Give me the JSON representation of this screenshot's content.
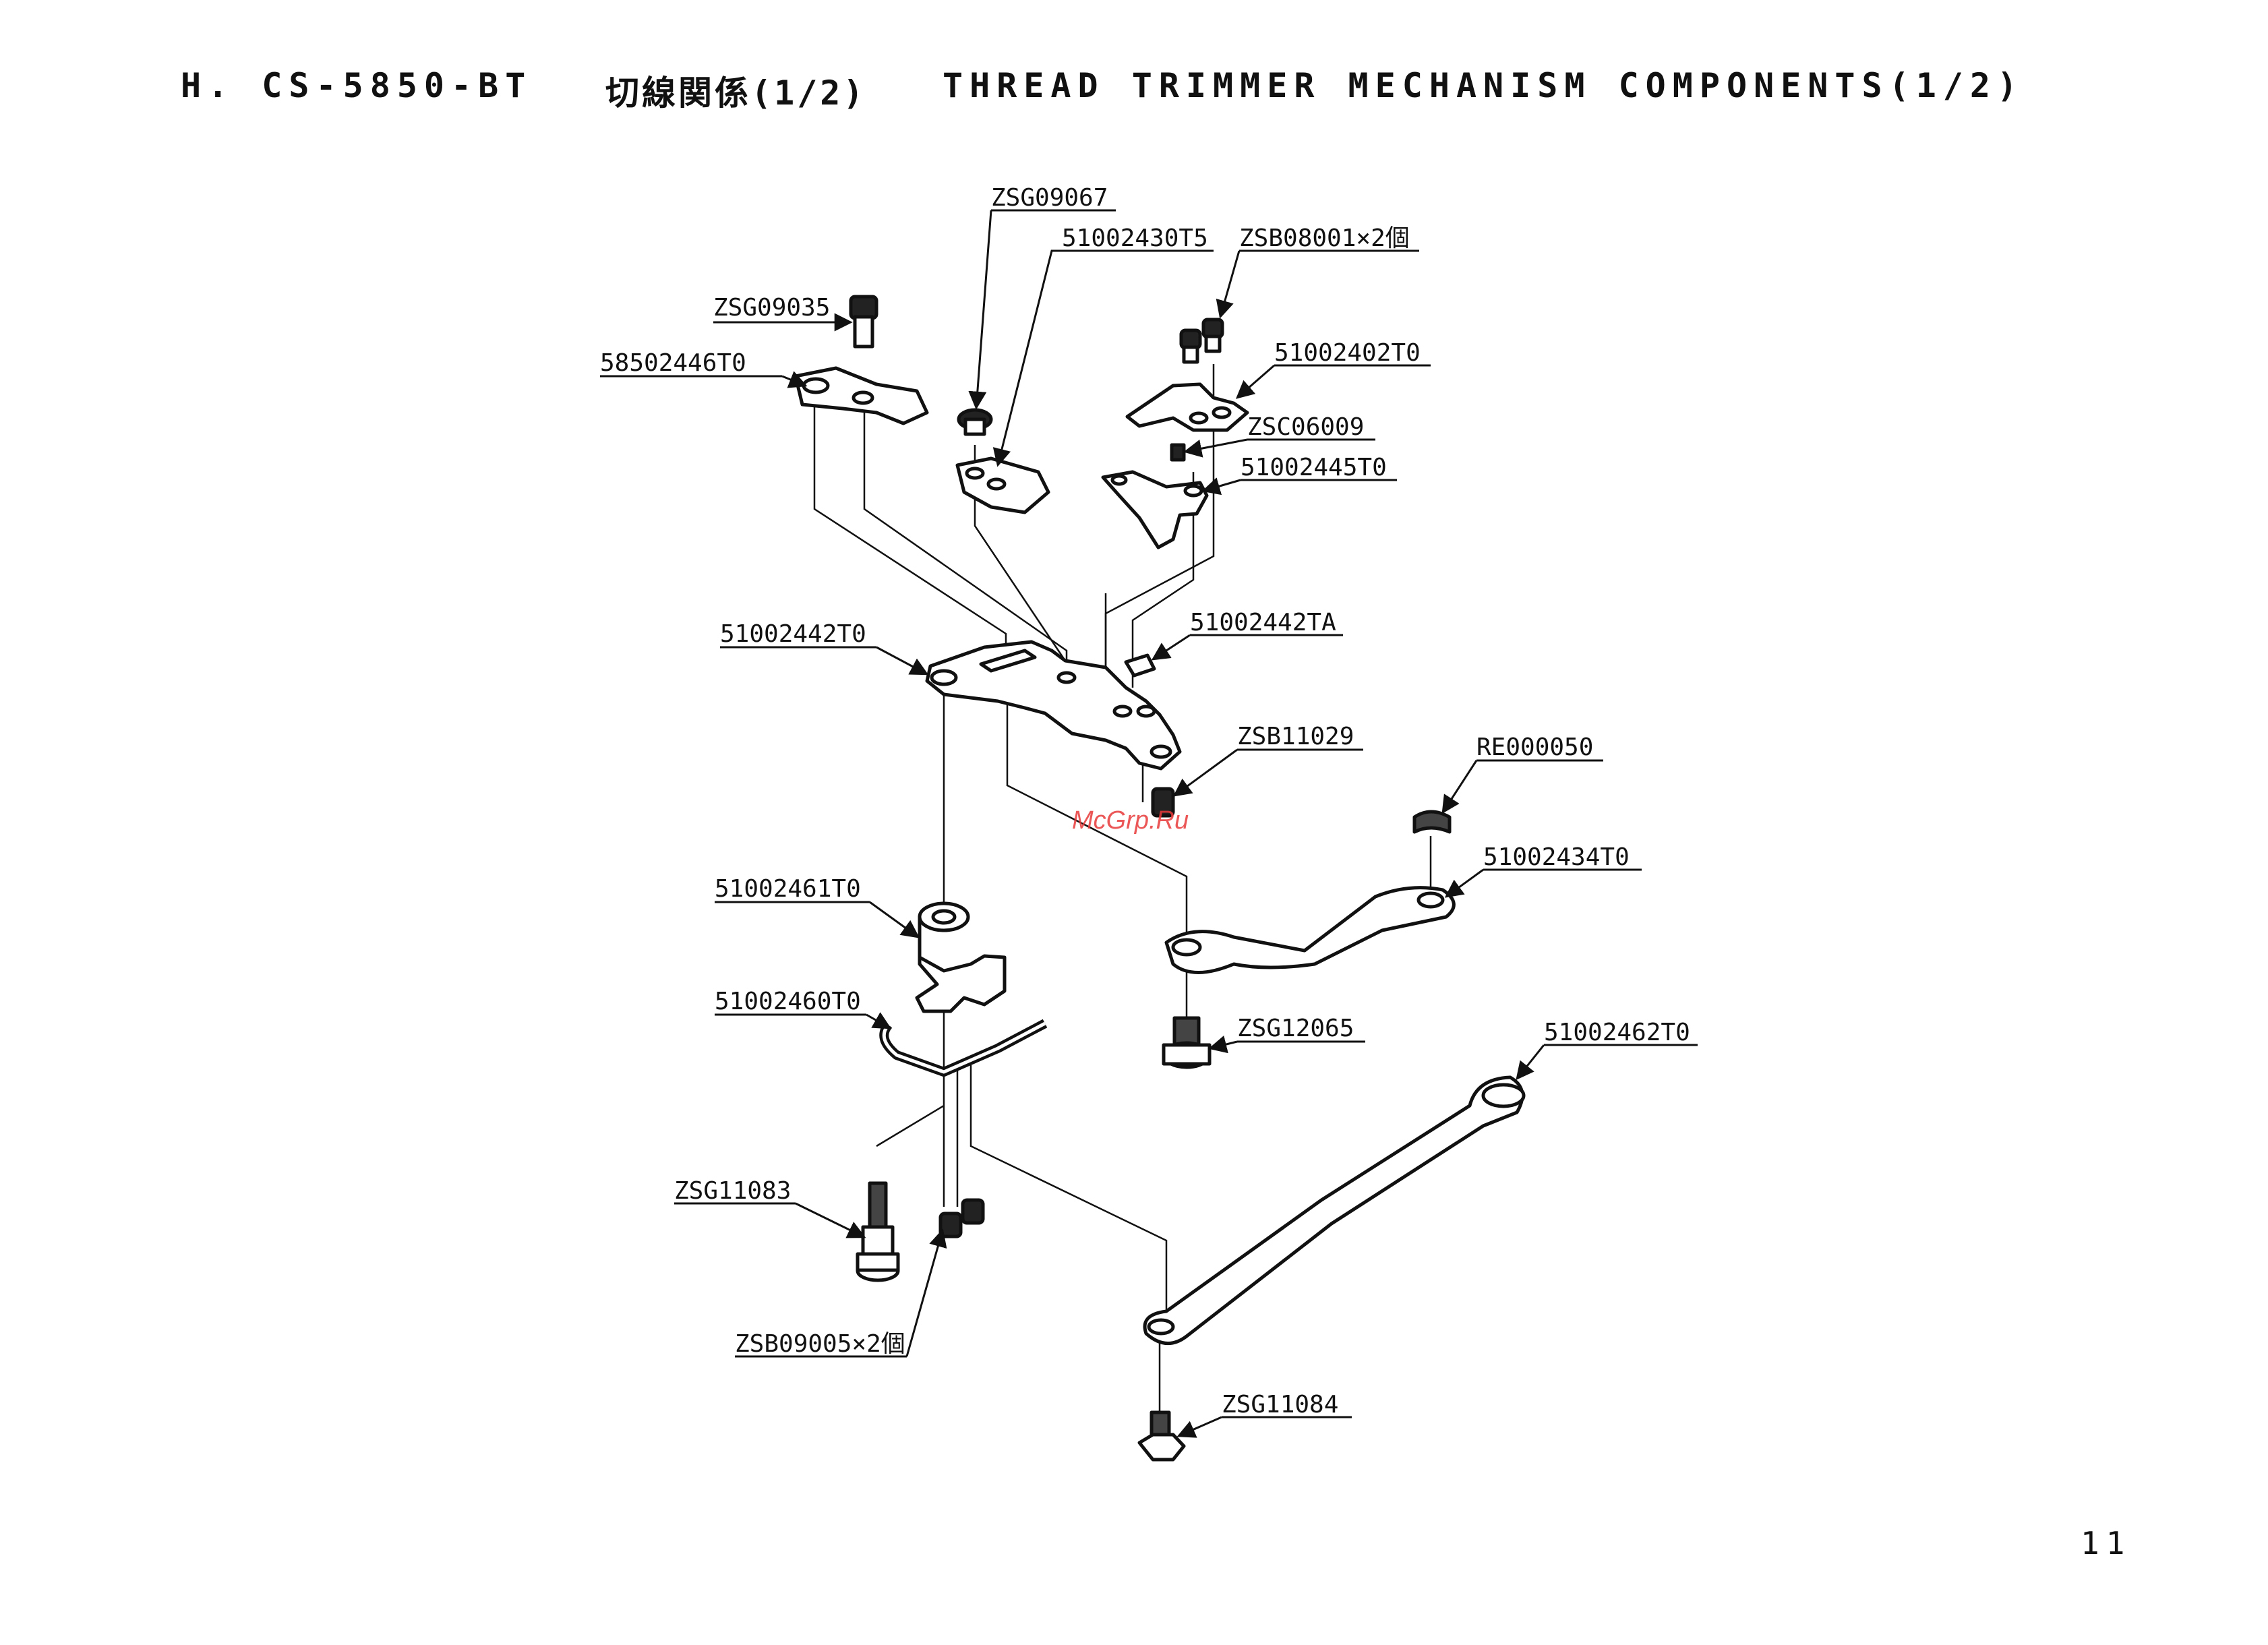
{
  "header": {
    "model": "H. CS-5850-BT",
    "title_jp": "切線関係(1/2)",
    "title_en": "THREAD TRIMMER MECHANISM COMPONENTS(1/2)"
  },
  "page_number": "11",
  "watermark": "McGrp.Ru",
  "parts": {
    "zsg09067": "ZSG09067",
    "p51002430t5": "51002430T5",
    "zsb08001": "ZSB08001×2個",
    "zsg09035": "ZSG09035",
    "p51002402t0": "51002402T0",
    "p58502446t0": "58502446T0",
    "zsc06009": "ZSC06009",
    "p51002445t0": "51002445T0",
    "p51002442ta": "51002442TA",
    "p51002442t0": "51002442T0",
    "zsb11029": "ZSB11029",
    "re000050": "RE000050",
    "p51002434t0": "51002434T0",
    "p51002461t0": "51002461T0",
    "p51002460t0": "51002460T0",
    "zsg12065": "ZSG12065",
    "p51002462t0": "51002462T0",
    "zsg11083": "ZSG11083",
    "zsb09005": "ZSB09005×2個",
    "zsg11084": "ZSG11084"
  }
}
